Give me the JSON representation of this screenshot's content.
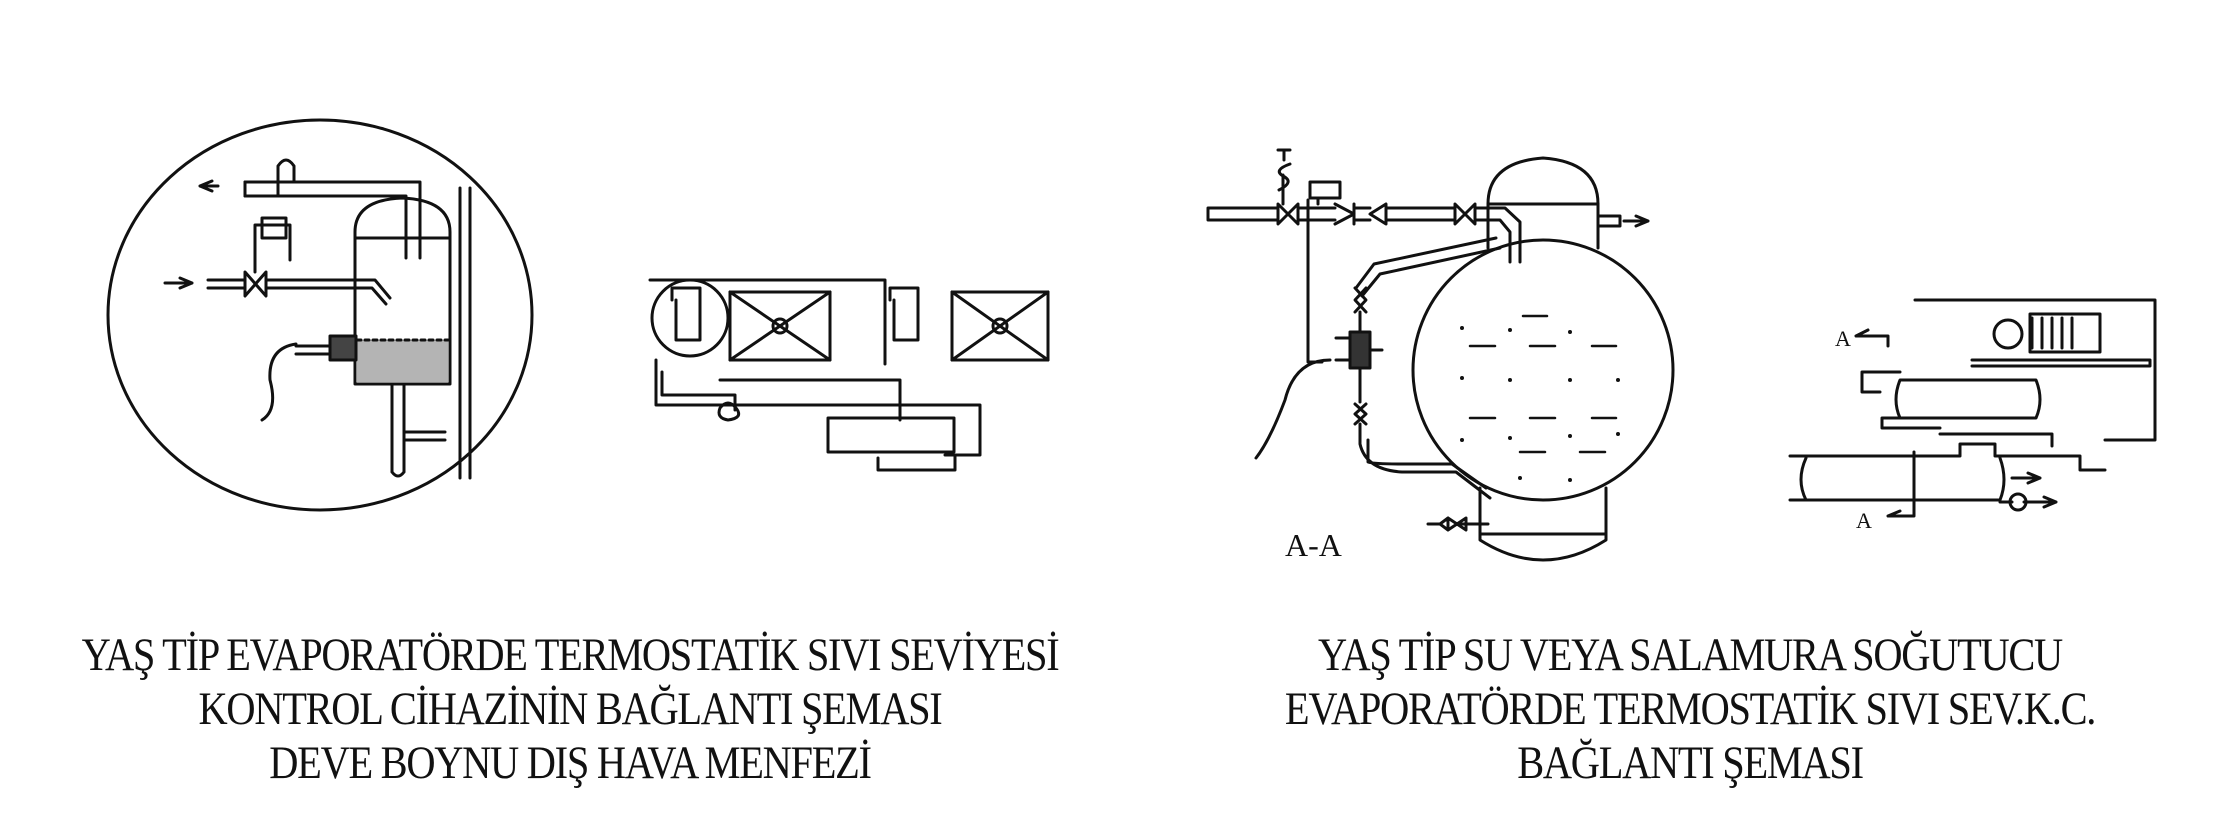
{
  "left_figure": {
    "caption": [
      "YAŞ TİP EVAPORATÖRDE TERMOSTATİK SIVI SEVİYESİ",
      "KONTROL CİHAZİNİN BAĞLANTI ŞEMASI",
      "DEVE BOYNU DIŞ HAVA MENFEZİ"
    ]
  },
  "right_figure": {
    "caption": [
      "YAŞ TİP SU VEYA SALAMURA SOĞUTUCU",
      "EVAPORATÖRDE TERMOSTATİK SIVI SEV.K.C.",
      "BAĞLANTI ŞEMASI"
    ],
    "section_label": "A-A",
    "marker_top": "A",
    "marker_bottom": "A"
  },
  "colors": {
    "ink": "#111111",
    "background": "#ffffff"
  }
}
